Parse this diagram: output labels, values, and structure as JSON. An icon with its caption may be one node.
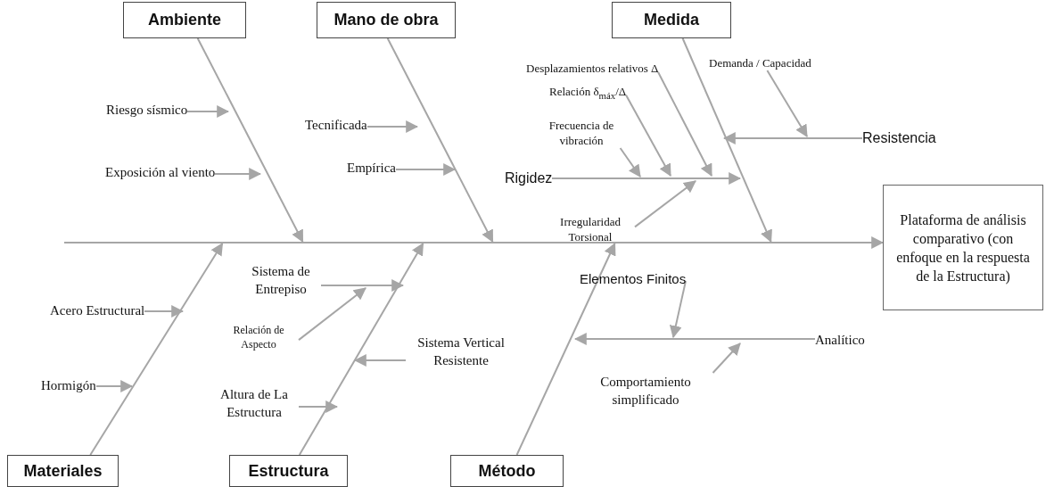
{
  "diagram": {
    "nodes": [
      {
        "text": [
          "Ambiente"
        ]
      },
      {
        "text": [
          "Mano de obra"
        ]
      },
      {
        "text": [
          "Medida"
        ]
      },
      {
        "text": [
          "Riesgo sísmico"
        ]
      },
      {
        "text": [
          "Exposición al viento"
        ]
      },
      {
        "text": [
          "Tecnificada"
        ]
      },
      {
        "text": [
          "Empírica"
        ]
      },
      {
        "text": [
          "Desplazamientos relativos Δ"
        ]
      },
      {
        "text": [
          "Relación δ$_{máx}$/Δ"
        ]
      },
      {
        "text": [
          "Demanda / Capacidad"
        ]
      },
      {
        "text": [
          "Frecuencia de vibración"
        ]
      },
      {
        "text": [
          "Resistencia"
        ]
      },
      {
        "text": [
          "Rigidez"
        ]
      },
      {
        "text": [
          "Irregularidad Torsional"
        ]
      },
      {
        "text": [
          "Plataforma de análisis comparativo (con enfoque en la respuesta de la Estructura)"
        ]
      },
      {
        "text": [
          "Sistema de Entrepiso"
        ]
      },
      {
        "text": [
          "Elementos Finitos"
        ]
      },
      {
        "text": [
          "Acero Estructural"
        ]
      },
      {
        "text": [
          "Relación de Aspecto"
        ]
      },
      {
        "text": [
          "Analítico"
        ]
      },
      {
        "text": [
          "Sistema Vertical Resistente"
        ]
      },
      {
        "text": [
          "Hormigón"
        ]
      },
      {
        "text": [
          "Comportamiento simplificado"
        ]
      },
      {
        "text": [
          "Altura de La Estructura"
        ]
      },
      {
        "text": [
          "Materiales"
        ]
      },
      {
        "text": [
          "Estructura"
        ]
      },
      {
        "text": [
          "Método"
        ]
      },
      {
        "text": [],
        "shape": "bar"
      }
    ],
    "edges": [
      {
        "from": 27,
        "to": 14,
        "arrow": "to"
      },
      {
        "from": 0,
        "to": 27,
        "arrow": "to"
      },
      {
        "from": 1,
        "to": 27,
        "arrow": "to"
      },
      {
        "from": 2,
        "to": 27,
        "arrow": "to"
      },
      {
        "from": 24,
        "to": 27,
        "arrow": "to"
      },
      {
        "from": 25,
        "to": 27,
        "arrow": "to"
      },
      {
        "from": 26,
        "to": 27,
        "arrow": "to"
      },
      {
        "from": 3,
        "to": null,
        "arrow": "to"
      },
      {
        "from": 4,
        "to": null,
        "arrow": "to"
      },
      {
        "from": 5,
        "to": null,
        "arrow": "to"
      },
      {
        "from": 6,
        "to": null,
        "arrow": "to"
      },
      {
        "from": 7,
        "to": null,
        "arrow": "to"
      },
      {
        "from": 8,
        "to": null,
        "arrow": "to"
      },
      {
        "from": 9,
        "to": null,
        "arrow": "to"
      },
      {
        "from": 10,
        "to": null,
        "arrow": "to"
      },
      {
        "from": 11,
        "to": null,
        "arrow": "to"
      },
      {
        "from": 12,
        "to": null,
        "arrow": "to"
      },
      {
        "from": 13,
        "to": null,
        "arrow": "to"
      },
      {
        "from": 15,
        "to": null,
        "arrow": "to"
      },
      {
        "from": 16,
        "to": null,
        "arrow": "to"
      },
      {
        "from": 17,
        "to": null,
        "arrow": "to"
      },
      {
        "from": 18,
        "to": null,
        "arrow": "to"
      },
      {
        "from": 19,
        "to": null,
        "arrow": "to"
      },
      {
        "from": 20,
        "to": null,
        "arrow": "to"
      },
      {
        "from": 21,
        "to": null,
        "arrow": "to"
      },
      {
        "from": 22,
        "to": null,
        "arrow": "to"
      },
      {
        "from": 23,
        "to": null,
        "arrow": "to"
      }
    ]
  }
}
